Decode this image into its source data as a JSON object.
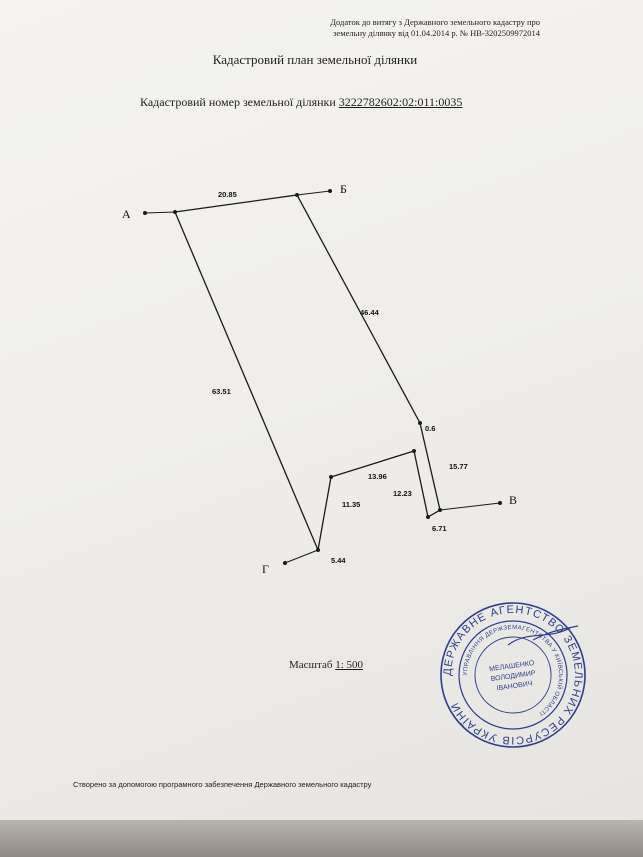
{
  "header": {
    "appendix_line1": "Додаток до витягу з Державного земельного кадастру про",
    "appendix_line2": "земельну ділянку від 01.04.2014 р. № НВ-3202509972014"
  },
  "title": "Кадастровий план земельної ділянки",
  "cadastral": {
    "label": "Кадастровий номер земельної ділянки",
    "number": "3222782602:02:011:0035"
  },
  "plan": {
    "points": {
      "a": "А",
      "b": "Б",
      "v": "В",
      "g": "Г"
    },
    "lengths": {
      "top": "20.85",
      "right_upper": "46.44",
      "left": "63.51",
      "notch": "0.6",
      "right_lower": "15.77",
      "inner_top": "13.96",
      "inner_right": "12.23",
      "inner_left": "11.35",
      "bottom_right": "6.71",
      "bottom_left": "5.44"
    }
  },
  "scale": {
    "label": "Масштаб",
    "value": "1: 500"
  },
  "stamp": {
    "outer_text": "ДЕРЖАВНЕ АГЕНТСТВО ЗЕМЕЛЬНИХ РЕСУРСІВ УКРАЇНИ",
    "inner_text": "УПРАВЛІННЯ ДЕРЖЗЕМАГЕНТСТВА У КИЇВСЬКІЙ ОБЛАСТІ",
    "name_line1": "МЕЛАШЕНКО",
    "name_line2": "ВОЛОДИМИР",
    "name_line3": "ІВАНОВИЧ"
  },
  "footer": "Створено за допомогою програмного забезпечення Державного земельного кадастру"
}
